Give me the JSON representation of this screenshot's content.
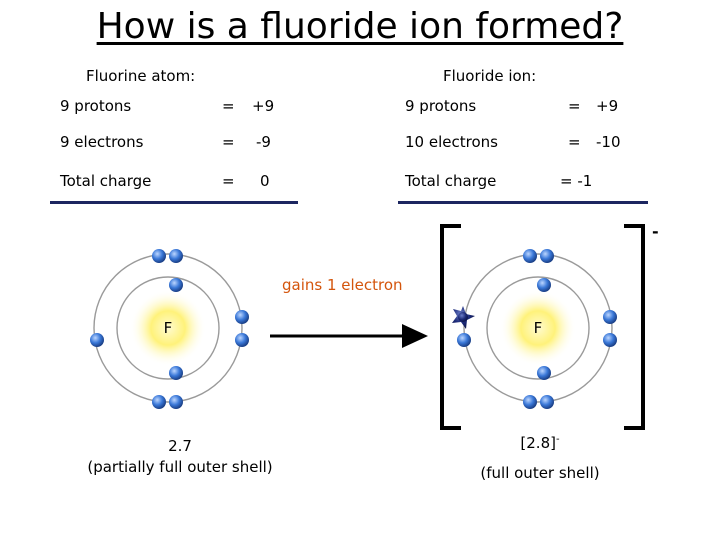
{
  "title": "How is a fluoride ion formed?",
  "atom": {
    "heading": "Fluorine atom:",
    "rows": [
      {
        "label": "9 protons",
        "eq": "=",
        "value": "+9"
      },
      {
        "label": "9 electrons",
        "eq": "=",
        "value": "-9"
      },
      {
        "label": "Total charge",
        "eq": "=",
        "value": "0"
      }
    ],
    "nucleus_label": "F",
    "config": "2.7",
    "description": "(partially full outer shell)"
  },
  "ion": {
    "heading": "Fluoride ion:",
    "rows": [
      {
        "label": "9 protons",
        "eq": "=",
        "value": "+9"
      },
      {
        "label": "10 electrons",
        "eq": "=",
        "value": "-10"
      },
      {
        "label": "Total charge",
        "eq": "=  -1",
        "value": ""
      }
    ],
    "nucleus_label": "F",
    "config": "[2.8]",
    "config_sup": "-",
    "description": "(full outer shell)",
    "bracket_charge": "-"
  },
  "arrow_label": "gains 1 electron",
  "colors": {
    "rule": "#1c2660",
    "electron": "#2f6fd0",
    "nucleus": "#fff27a",
    "arrow_label": "#d4550c",
    "gained_electron": "#1c2a78"
  }
}
